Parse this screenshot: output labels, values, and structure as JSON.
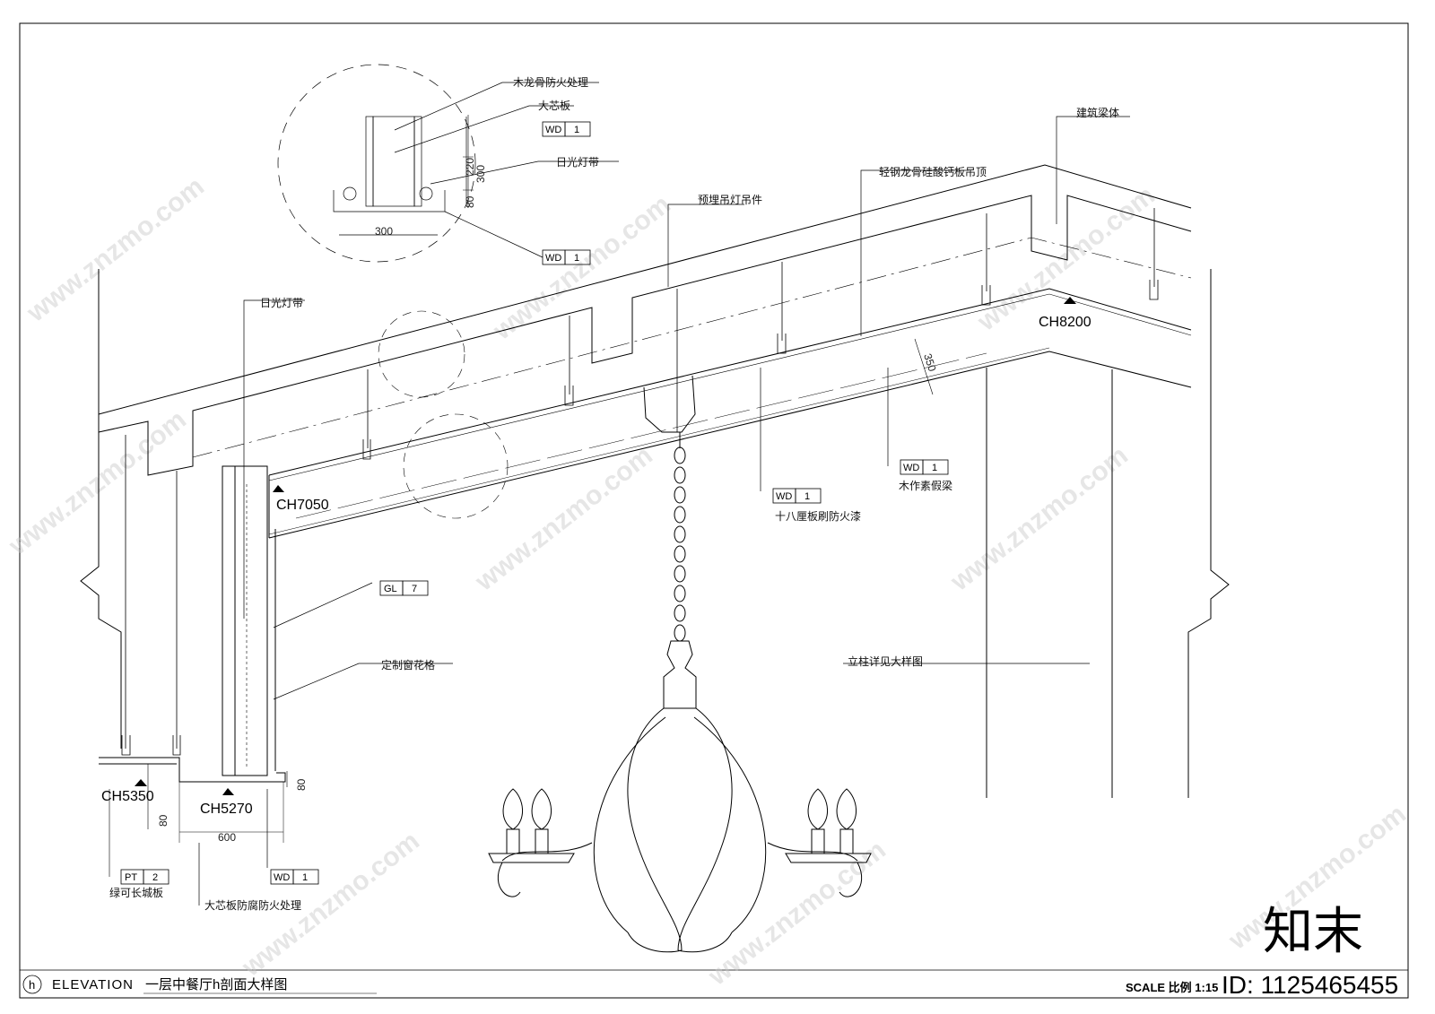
{
  "notes": {
    "fireproof_wood_keel": "木龙骨防火处理",
    "blockboard": "大芯板",
    "fluorescent_strip_detail": "日光灯带",
    "fluorescent_strip": "日光灯带",
    "building_beam": "建筑梁体",
    "steel_keel_ceiling": "轻钢龙骨硅酸钙板吊顶",
    "embedded_pendant": "预埋吊灯吊件",
    "wood_false_beam": "木作素假梁",
    "fireproof_paint_board": "十八厘板刷防火漆",
    "custom_lattice": "定制窗花格",
    "column_detail_ref": "立柱详见大样图",
    "green_board": "绿可长城板",
    "blockboard_anticorrosion": "大芯板防腐防火处理"
  },
  "tags": {
    "wd_code": "WD",
    "wd_num": "1",
    "gl_code": "GL",
    "gl_num": "7",
    "pt_code": "PT",
    "pt_num": "2"
  },
  "levels": {
    "ch8200": "CH8200",
    "ch7050": "CH7050",
    "ch5350": "CH5350",
    "ch5270": "CH5270"
  },
  "dimensions": {
    "d220": "220",
    "d300v": "300",
    "d80a": "80",
    "d300h": "300",
    "d350": "350",
    "d80b": "80",
    "d80c": "80",
    "d600": "600"
  },
  "title": {
    "marker": "h",
    "elevation": "ELEVATION",
    "name": "一层中餐厅h剖面大样图",
    "scale": "SCALE 比例 1:15"
  },
  "watermark": {
    "site": "www.znzmo.com",
    "logo": "知末",
    "id": "ID: 1125465455"
  }
}
